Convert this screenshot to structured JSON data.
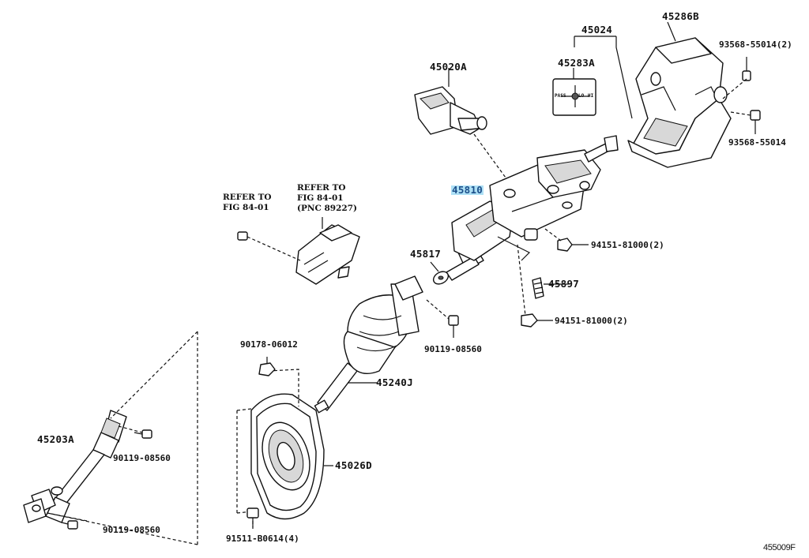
{
  "diagram": {
    "figure_code": "455009F",
    "labels": {
      "p45286b": "45286B",
      "p45024": "45024",
      "p93568a": "93568-55014(2)",
      "p45283a": "45283A",
      "p45020a": "45020A",
      "p93568b": "93568-55014",
      "p45810": "45810",
      "ref1a": "REFER TO",
      "ref1b": "FIG 84-01",
      "ref2a": "REFER TO",
      "ref2b": "FIG 84-01",
      "ref2c": "(PNC 89227)",
      "p45817": "45817",
      "p94151a": "94151-81000(2)",
      "p45897": "45897",
      "p94151b": "94151-81000(2)",
      "p90119a": "90119-08560",
      "p90178": "90178-06012",
      "p45240j": "45240J",
      "p45203a": "45203A",
      "p90119b": "90119-08560",
      "p45026d": "45026D",
      "p90119c": "90119-08560",
      "p91511": "91511-B0614(4)"
    },
    "switch_labels": {
      "pass": "PASS",
      "lo": "LO",
      "hi": "HI"
    }
  }
}
